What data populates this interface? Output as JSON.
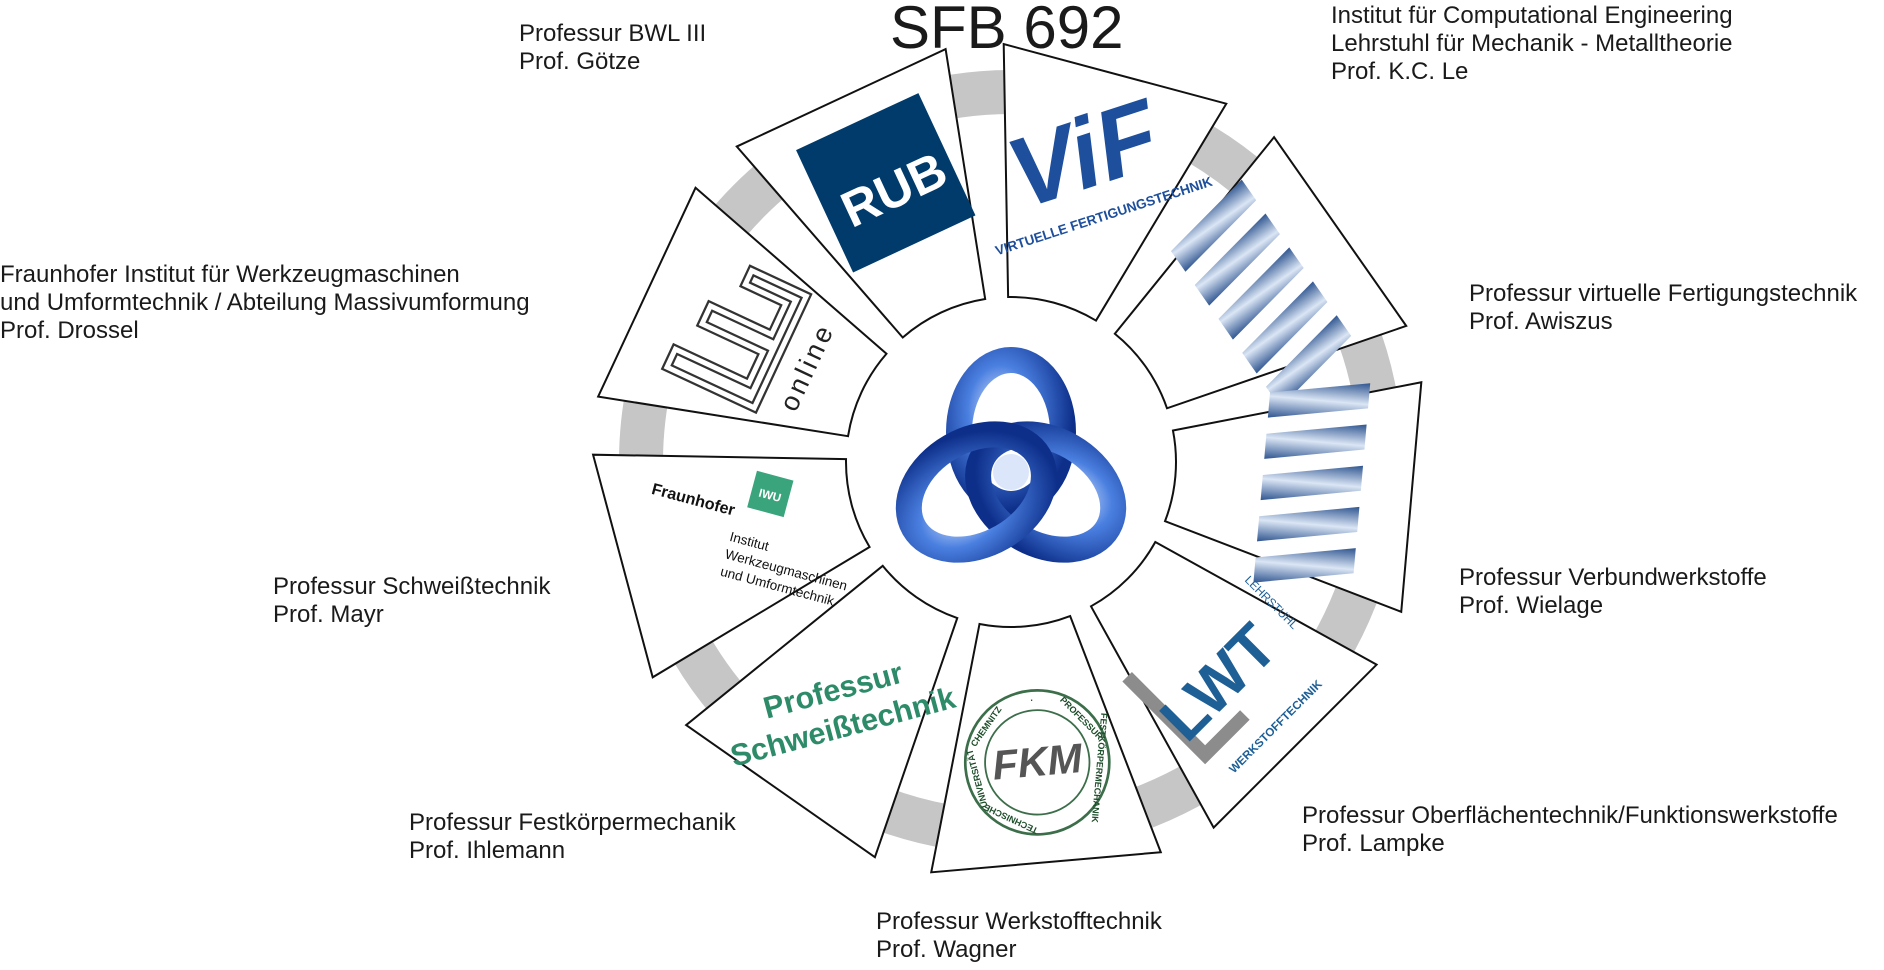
{
  "title": "SFB 692",
  "colors": {
    "ring": "#c6c6c6",
    "rub_blue": "#013b6b",
    "vif_blue": "#1d4f9c",
    "schweiss_green": "#2e8b69",
    "iwu_green": "#3aa57d",
    "knot_blue": "#2456c4",
    "knot_light": "#b7cdf5",
    "stripe_steel": "#6f8fb8",
    "lwt_blue": "#1e5f96",
    "lwt_grey": "#8c8c8c"
  },
  "partners": [
    {
      "id": "bwl",
      "lines": [
        "Professur BWL III",
        "Prof. Götze"
      ],
      "logo_text": "online",
      "logo_icon": "book-logo-icon"
    },
    {
      "id": "ice",
      "lines": [
        "Institut für Computational Engineering",
        "Lehrstuhl für Mechanik - Metalltheorie",
        "Prof. K.C. Le"
      ],
      "logo_text": "RUB",
      "logo_icon": "rub-logo-icon"
    },
    {
      "id": "vif",
      "lines": [
        "Professur virtuelle Fertigungstechnik",
        "Prof. Awiszus"
      ],
      "logo_text": "ViF",
      "logo_sub": "VIRTUELLE FERTIGUNGSTECHNIK",
      "logo_icon": "vif-logo-icon"
    },
    {
      "id": "verbund",
      "lines": [
        "Professur Verbundwerkstoffe",
        "Prof. Wielage"
      ],
      "logo_icon": "striped-logo-icon"
    },
    {
      "id": "ober",
      "lines": [
        "Professur Oberflächentechnik/Funktionswerkstoffe",
        "Prof. Lampke"
      ],
      "logo_icon": "striped-logo-icon"
    },
    {
      "id": "werk",
      "lines": [
        "Professur Werkstofftechnik",
        "Prof. Wagner"
      ],
      "logo_text": "LWT",
      "logo_side": "LEHRSTUHL",
      "logo_sub": "WERKSTOFFTECHNIK",
      "logo_icon": "lwt-logo-icon"
    },
    {
      "id": "fest",
      "lines": [
        "Professur Festkörpermechanik",
        "Prof. Ihlemann"
      ],
      "logo_text": "FKM",
      "logo_ring": "TECHNISCHE UNIVERSITÄT CHEMNITZ · PROFESSUR FESTKÖRPERMECHANIK",
      "logo_icon": "fkm-seal-icon"
    },
    {
      "id": "schweiss",
      "lines": [
        "Professur Schweißtechnik",
        "Prof. Mayr"
      ],
      "logo_lines": [
        "Professur",
        "Schweißtechnik"
      ],
      "logo_icon": "schweiss-logo-icon"
    },
    {
      "id": "iwu",
      "lines": [
        "Fraunhofer Institut für Werkzeugmaschinen",
        "und Umformtechnik / Abteilung Massivumformung",
        "Prof. Drossel"
      ],
      "logo_brand": "Fraunhofer",
      "logo_badge": "IWU",
      "logo_lines": [
        "Institut",
        "Werkzeugmaschinen",
        "und Umformtechnik"
      ],
      "logo_icon": "fraunhofer-logo-icon"
    }
  ],
  "center_icon": "trefoil-knot-icon"
}
